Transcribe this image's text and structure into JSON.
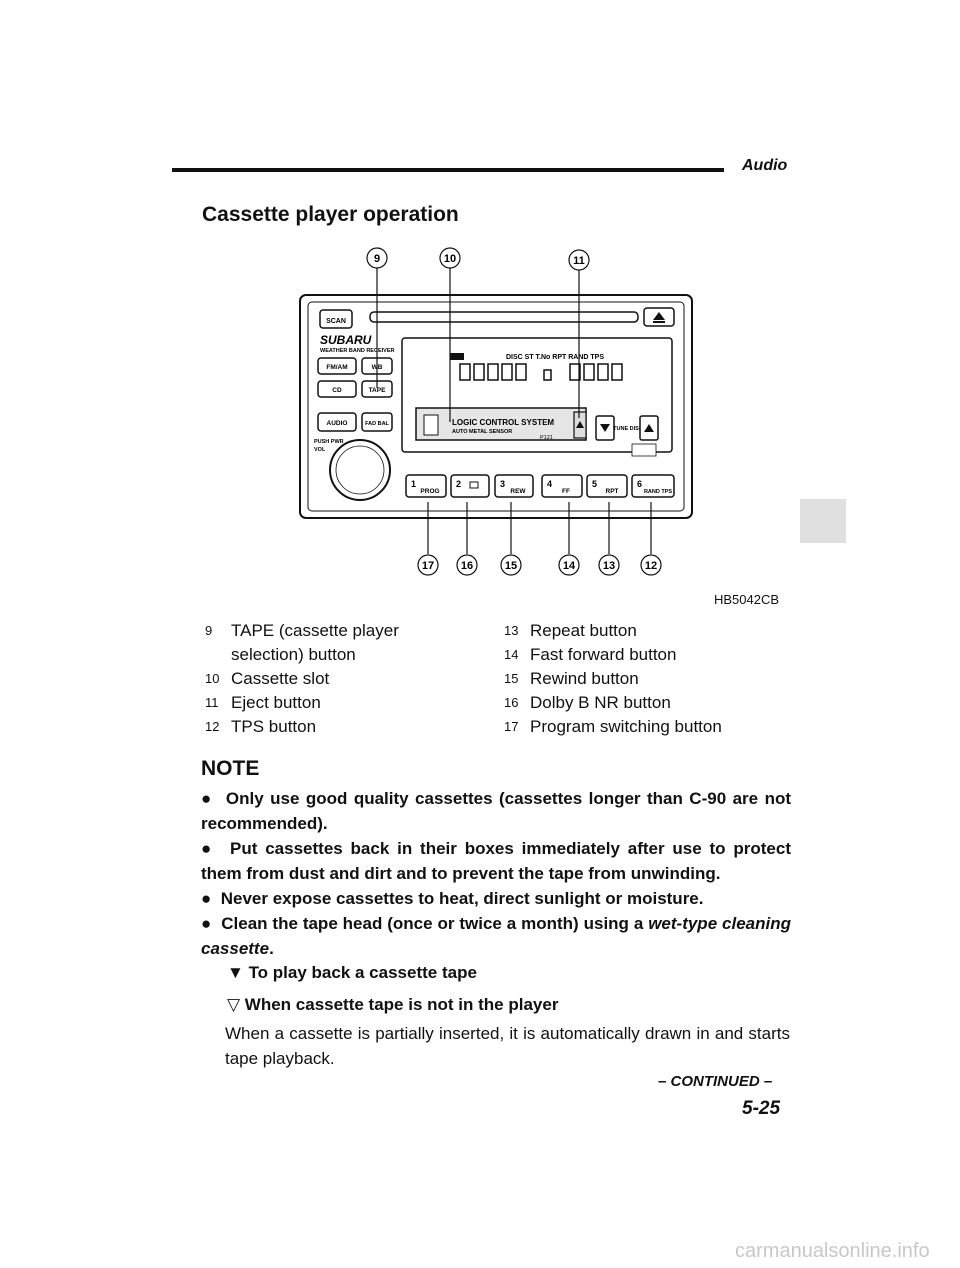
{
  "header": {
    "title": "Audio"
  },
  "section_title": "Cassette player operation",
  "figure": {
    "code": "HB5042CB",
    "brand": "SUBARU",
    "receiver_label": "WEATHER BAND RECEIVER",
    "buttons": {
      "scan": "SCAN",
      "fmam": "FM/AM",
      "wb": "WB",
      "cd": "CD",
      "tape": "TAPE",
      "audio": "AUDIO",
      "fad_bal": "FAD BAL",
      "pwr": "PUSH PWR",
      "vol": "VOL",
      "tune_disc": "TUNE DISC"
    },
    "display_labels": "DISC  ST  T.No  RPT  RAND  TPS",
    "slot_label": "LOGIC CONTROL SYSTEM",
    "slot_sub": "AUTO METAL SENSOR",
    "slot_code": "P121",
    "presets": [
      {
        "num": "1",
        "label": "PROG"
      },
      {
        "num": "2",
        "label": ""
      },
      {
        "num": "3",
        "label": "REW"
      },
      {
        "num": "4",
        "label": "FF"
      },
      {
        "num": "5",
        "label": "RPT"
      },
      {
        "num": "6",
        "label": "RAND TPS"
      }
    ],
    "callouts": [
      "9",
      "10",
      "11",
      "12",
      "13",
      "14",
      "15",
      "16",
      "17"
    ]
  },
  "legend_left": [
    {
      "num": "9",
      "text": "TAPE (cassette player"
    },
    {
      "num": "",
      "text": "selection) button"
    },
    {
      "num": "10",
      "text": "Cassette slot"
    },
    {
      "num": "11",
      "text": "Eject button"
    },
    {
      "num": "12",
      "text": "TPS button"
    }
  ],
  "legend_right": [
    {
      "num": "13",
      "text": "Repeat button"
    },
    {
      "num": "14",
      "text": "Fast forward button"
    },
    {
      "num": "15",
      "text": "Rewind button"
    },
    {
      "num": "16",
      "text": "Dolby B NR button"
    },
    {
      "num": "17",
      "text": "Program switching button"
    }
  ],
  "note": {
    "heading": "NOTE",
    "bullets": [
      "Only use good quality cassettes (cassettes longer than C-90 are not recommended).",
      "Put cassettes back in their boxes immediately after use to protect them from dust and dirt and to prevent the tape from unwinding.",
      "Never expose cassettes to heat, direct sunlight or moisture."
    ],
    "bullet4_pre": "Clean the tape head (once or twice a month) using a ",
    "bullet4_italic": "wet-type cleaning cassette",
    "bullet4_post": "."
  },
  "subheading1": "To play back a cassette tape",
  "subheading2": "When cassette tape is not in the player",
  "body": "When a cassette is partially inserted, it is automatically drawn in and starts tape playback.",
  "continued": "– CONTINUED –",
  "page_number": "5-25",
  "watermark": "carmanualsonline.info"
}
